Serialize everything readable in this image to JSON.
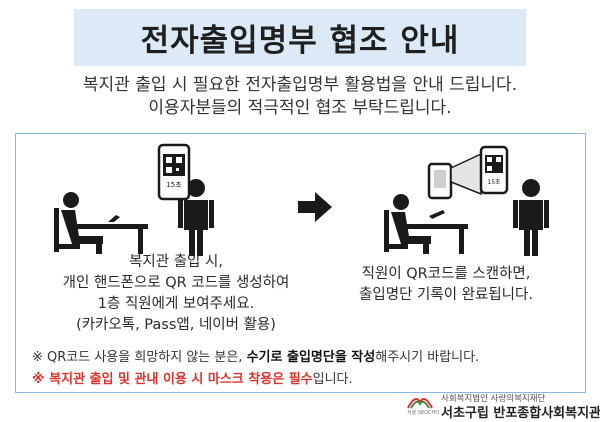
{
  "header": {
    "title": "전자출입명부 협조 안내"
  },
  "intro": {
    "line1": "복지관 출입 시 필요한 전자출입명부 활용법을 안내 드립니다.",
    "line2": "이용자분들의 적극적인 협조 부탁드립니다."
  },
  "step1": {
    "phone_label": "15초",
    "lines": [
      "복지관 출입 시,",
      "개인 핸드폰으로 QR 코드를 생성하여",
      "1층 직원에게 보여주세요.",
      "(카카오톡, Pass앱, 네이버 활용)"
    ]
  },
  "step2": {
    "phone_label": "15초",
    "lines": [
      "직원이 QR코드를 스캔하면,",
      "출입명단 기록이 완료됩니다."
    ]
  },
  "notes": {
    "note1_prefix": "※ QR코드 사용을 희망하지 않는 분은, ",
    "note1_bold": "수기로 출입명단을 작성",
    "note1_suffix": "해주시기 바랍니다.",
    "note2_prefix": "※ ",
    "note2_red": "복지관 출입 및 관내 이용 시 마스크 착용은 필수",
    "note2_suffix": "입니다."
  },
  "footer": {
    "org_small": "사회복지법인 사랑의복지재단",
    "org_name": "서초구립 반포종합사회복지관",
    "logo_text": "서울 SEOCHO"
  },
  "colors": {
    "title_bg": "#dce9f6",
    "frame_border": "#8cb5e0",
    "warning_red": "#e0312b",
    "figure_black": "#1a1a1a"
  }
}
